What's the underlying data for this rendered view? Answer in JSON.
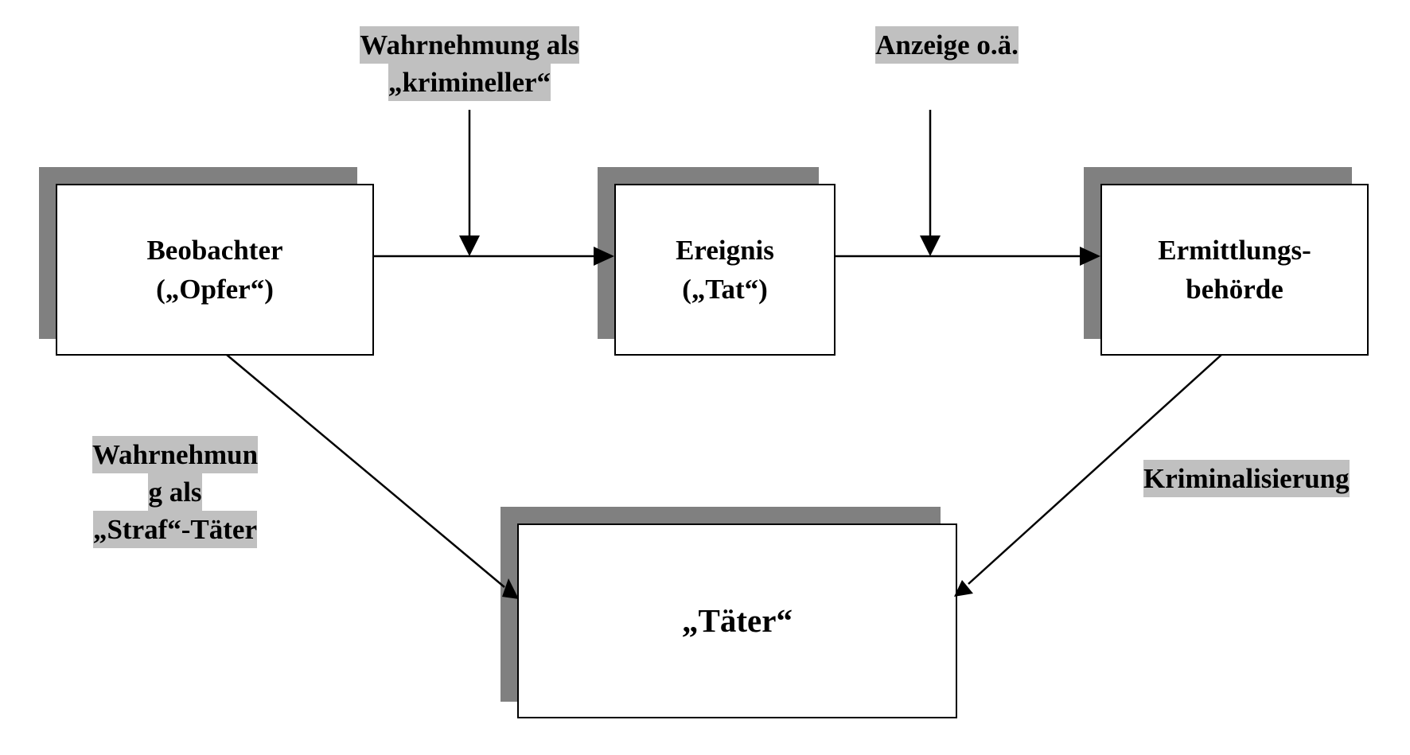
{
  "colors": {
    "box_border": "#000000",
    "box_fill": "#ffffff",
    "box_shadow": "#808080",
    "label_highlight": "#c0c0c0"
  },
  "nodes": {
    "observer": {
      "line1": "Beobachter",
      "line2": "(„Opfer“)"
    },
    "event": {
      "line1": "Ereignis",
      "line2": "(„Tat“)"
    },
    "authority": {
      "line1": "Ermittlungs-",
      "line2": "behörde"
    },
    "offender": {
      "line1": "„Täter“"
    }
  },
  "edge_labels": {
    "perception_criminal": {
      "line1": "Wahrnehmung als",
      "line2": "„krimineller“"
    },
    "report": {
      "line1": "Anzeige o.ä."
    },
    "perception_offender": {
      "line1": "Wahrnehmun",
      "line2": "g als",
      "line3": "„Straf“-Täter"
    },
    "criminalization": {
      "line1": "Kriminalisierung"
    }
  }
}
